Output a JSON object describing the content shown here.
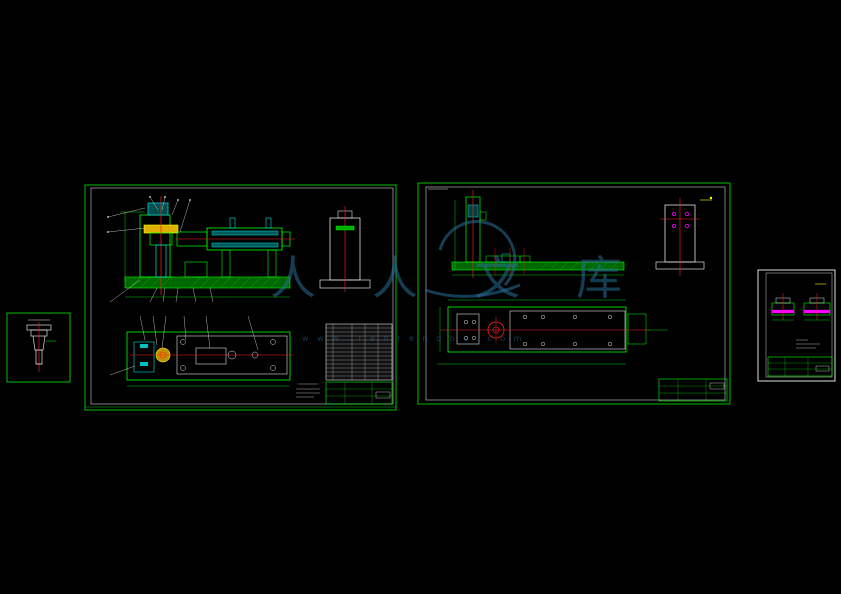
{
  "watermark": {
    "text": "人人文库",
    "url_fragment": "w w w . r e n r e n d o c . c o m"
  },
  "colors": {
    "background": "#000000",
    "frame": "#00c000",
    "drawing_green": "#00ff00",
    "hatch_green": "#00b000",
    "cyan": "#00e0e0",
    "red_centerline": "#ff2020",
    "magenta": "#ff00ff",
    "yellow": "#ffff00",
    "white": "#e0e0e0"
  },
  "sheets": [
    {
      "id": "sheet-small-left",
      "type": "part-detail"
    },
    {
      "id": "sheet-assembly",
      "type": "assembly-drawing"
    },
    {
      "id": "sheet-base-plate",
      "type": "part-drawing"
    },
    {
      "id": "sheet-small-right",
      "type": "part-drawing"
    }
  ]
}
